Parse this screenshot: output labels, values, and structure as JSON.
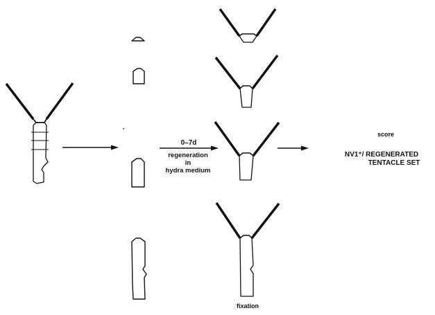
{
  "diagram": {
    "time_label": "0–7d",
    "condition_label": [
      "regeneration",
      "in",
      "hydra medium"
    ],
    "score_label": "score",
    "result_label": [
      "NV1⁺/ REGENERATED",
      "TENTACLE SET"
    ],
    "fixation_label": "fixation",
    "fragment_count": 4,
    "regenerate_count": 4
  }
}
